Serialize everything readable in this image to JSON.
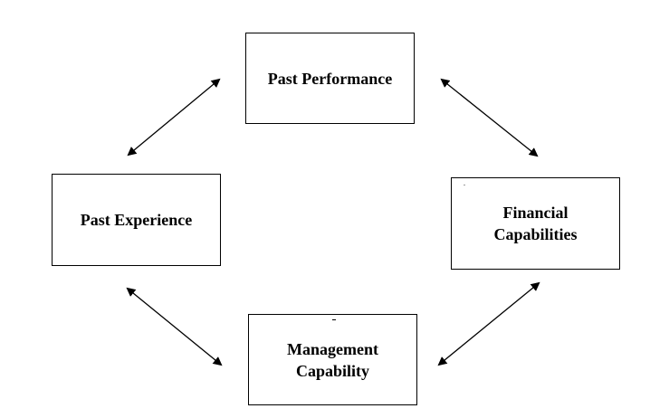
{
  "diagram": {
    "nodes": [
      {
        "id": "past_performance",
        "label": "Past Performance"
      },
      {
        "id": "past_experience",
        "label": "Past Experience"
      },
      {
        "id": "financial_capabilities",
        "label": "Financial\nCapabilities"
      },
      {
        "id": "management_capability",
        "label": "Management\nCapability"
      }
    ],
    "edges": [
      {
        "from": "past_experience",
        "to": "past_performance",
        "direction": "both"
      },
      {
        "from": "past_performance",
        "to": "financial_capabilities",
        "direction": "both"
      },
      {
        "from": "past_experience",
        "to": "management_capability",
        "direction": "both"
      },
      {
        "from": "management_capability",
        "to": "financial_capabilities",
        "direction": "both"
      }
    ],
    "colors": {
      "stroke": "#000000",
      "background": "#ffffff",
      "text": "#000000"
    }
  }
}
